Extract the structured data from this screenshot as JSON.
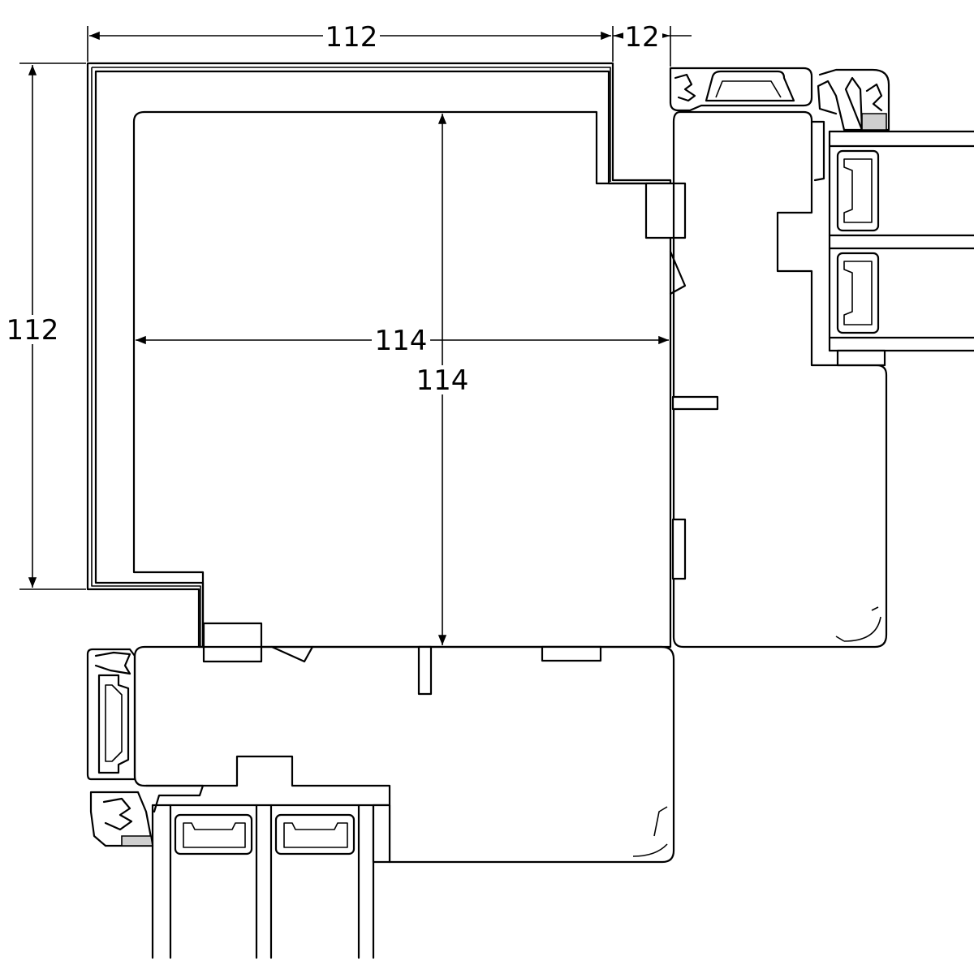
{
  "dimensions": {
    "top_width": "112",
    "top_gap": "12",
    "left_height": "112",
    "inner_width": "114",
    "inner_height": "114"
  },
  "colors": {
    "line": "#000000",
    "background": "#ffffff",
    "seal": "#cfcfcf"
  }
}
